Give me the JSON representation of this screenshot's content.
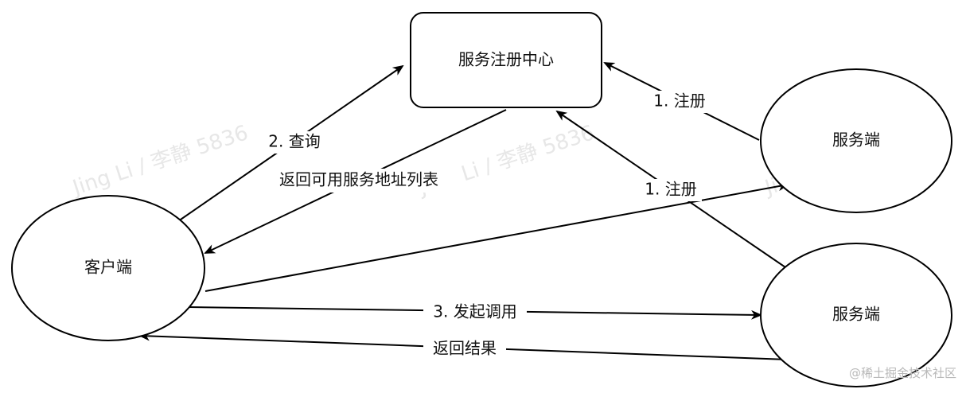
{
  "nodes": {
    "registry": {
      "label": "服务注册中心",
      "shape": "rounded-rect"
    },
    "client": {
      "label": "客户端",
      "shape": "ellipse"
    },
    "server_top": {
      "label": "服务端",
      "shape": "ellipse"
    },
    "server_bottom": {
      "label": "服务端",
      "shape": "ellipse"
    }
  },
  "edges": {
    "register_top": {
      "label": "1. 注册",
      "from": "server_top",
      "to": "registry"
    },
    "register_bottom": {
      "label": "1. 注册",
      "from": "server_bottom",
      "to": "registry"
    },
    "query": {
      "label": "2. 查询",
      "from": "client",
      "to": "registry"
    },
    "address_list": {
      "label": "返回可用服务地址列表",
      "from": "registry",
      "to": "client"
    },
    "client_to_server_top": {
      "label": "",
      "from": "client",
      "to": "server_top"
    },
    "invoke": {
      "label": "3. 发起调用",
      "from": "client",
      "to": "server_bottom"
    },
    "result": {
      "label": "返回结果",
      "from": "server_bottom",
      "to": "client"
    }
  },
  "watermark": {
    "text": "Jing Li / 李静 5836",
    "color": "#e7e7e7"
  },
  "footer": {
    "text": "@稀土掘金技术社区"
  },
  "colors": {
    "stroke": "#000000",
    "background": "#ffffff"
  }
}
